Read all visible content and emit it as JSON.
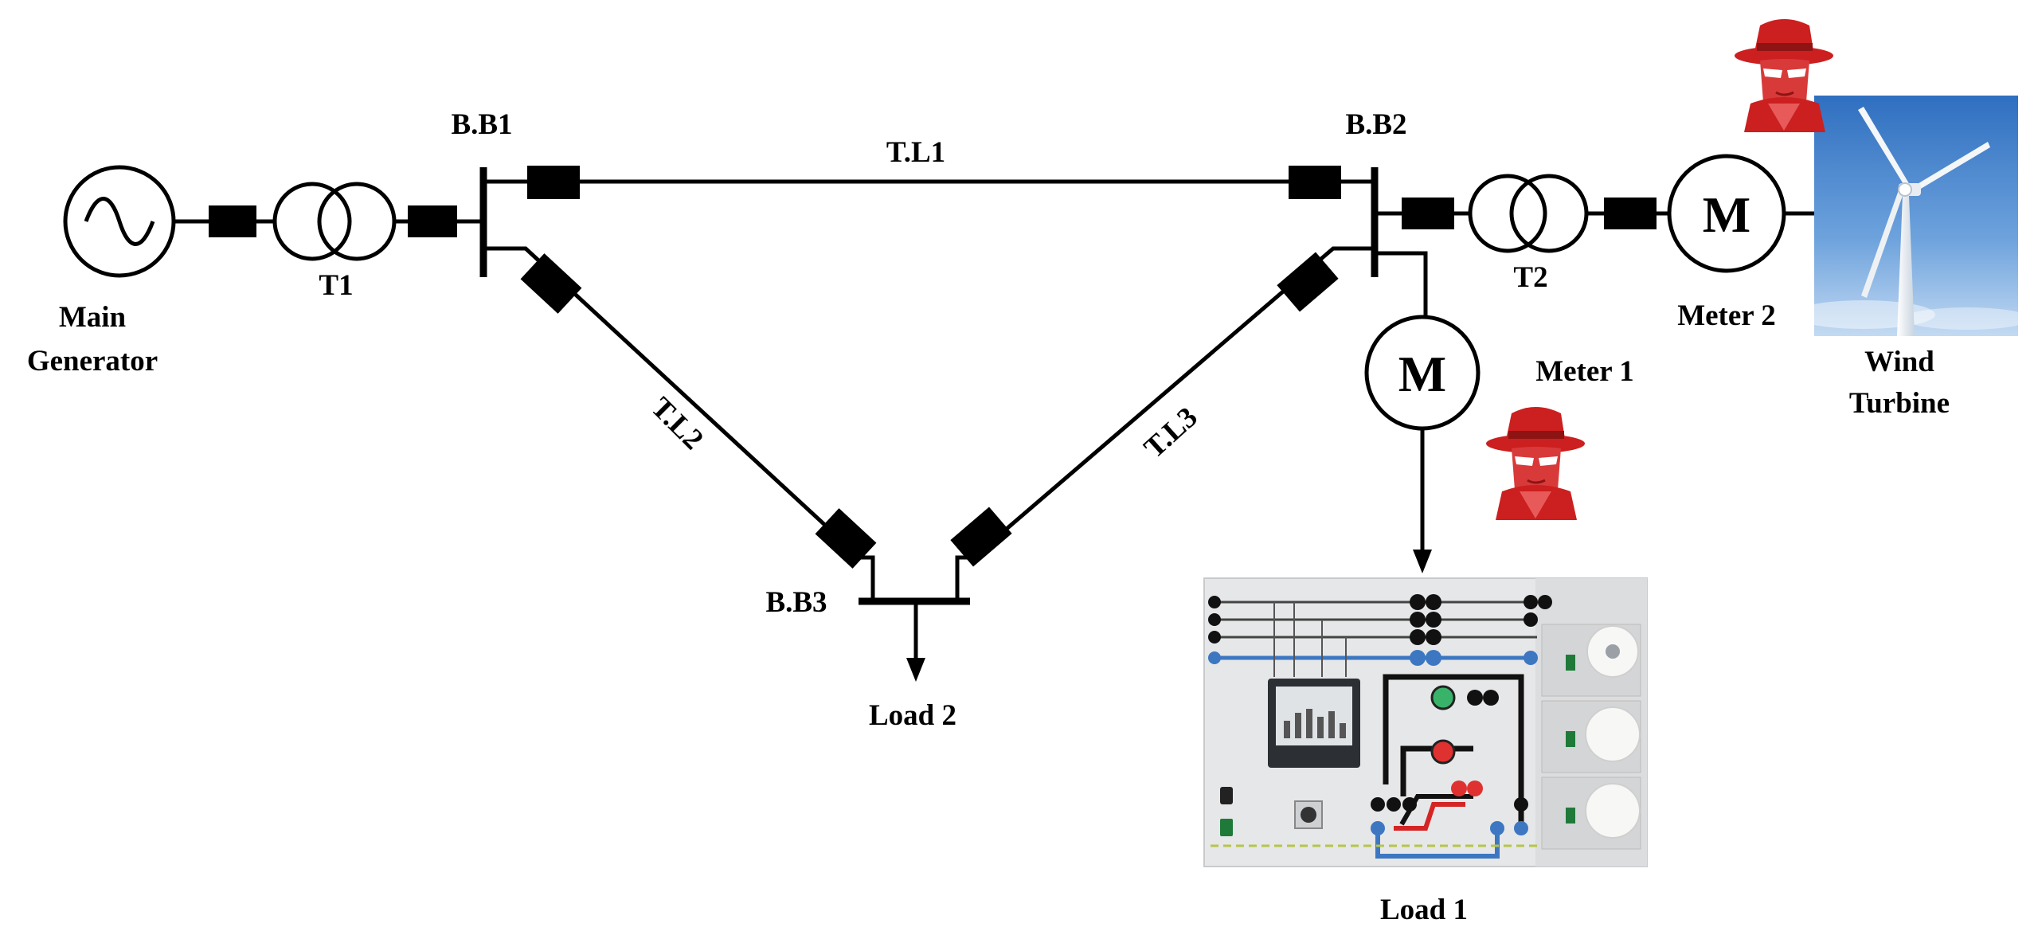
{
  "labels": {
    "main_generator_line1": "Main",
    "main_generator_line2": "Generator",
    "t1": "T1",
    "t2": "T2",
    "bb1": "B.B1",
    "bb2": "B.B2",
    "bb3": "B.B3",
    "tl1": "T.L1",
    "tl2": "T.L2",
    "tl3": "T.L3",
    "meter1": "Meter 1",
    "meter2": "Meter 2",
    "meter_symbol": "M",
    "wind_turbine_line1": "Wind",
    "wind_turbine_line2": "Turbine",
    "load1": "Load 1",
    "load2": "Load 2"
  },
  "icons": {
    "generator": "ac-generator-icon",
    "transformer": "transformer-icon",
    "breaker": "circuit-breaker-icon",
    "meter": "meter-icon",
    "attacker": "hacker-icon",
    "wind_turbine": "wind-turbine-photo",
    "load_panel": "load-panel-photo"
  },
  "colors": {
    "line": "#000000",
    "hacker": "#cc1f1f",
    "sky_top": "#2f6fc0",
    "sky_bottom": "#a9c9ec",
    "panel": "#e6e7e8"
  }
}
